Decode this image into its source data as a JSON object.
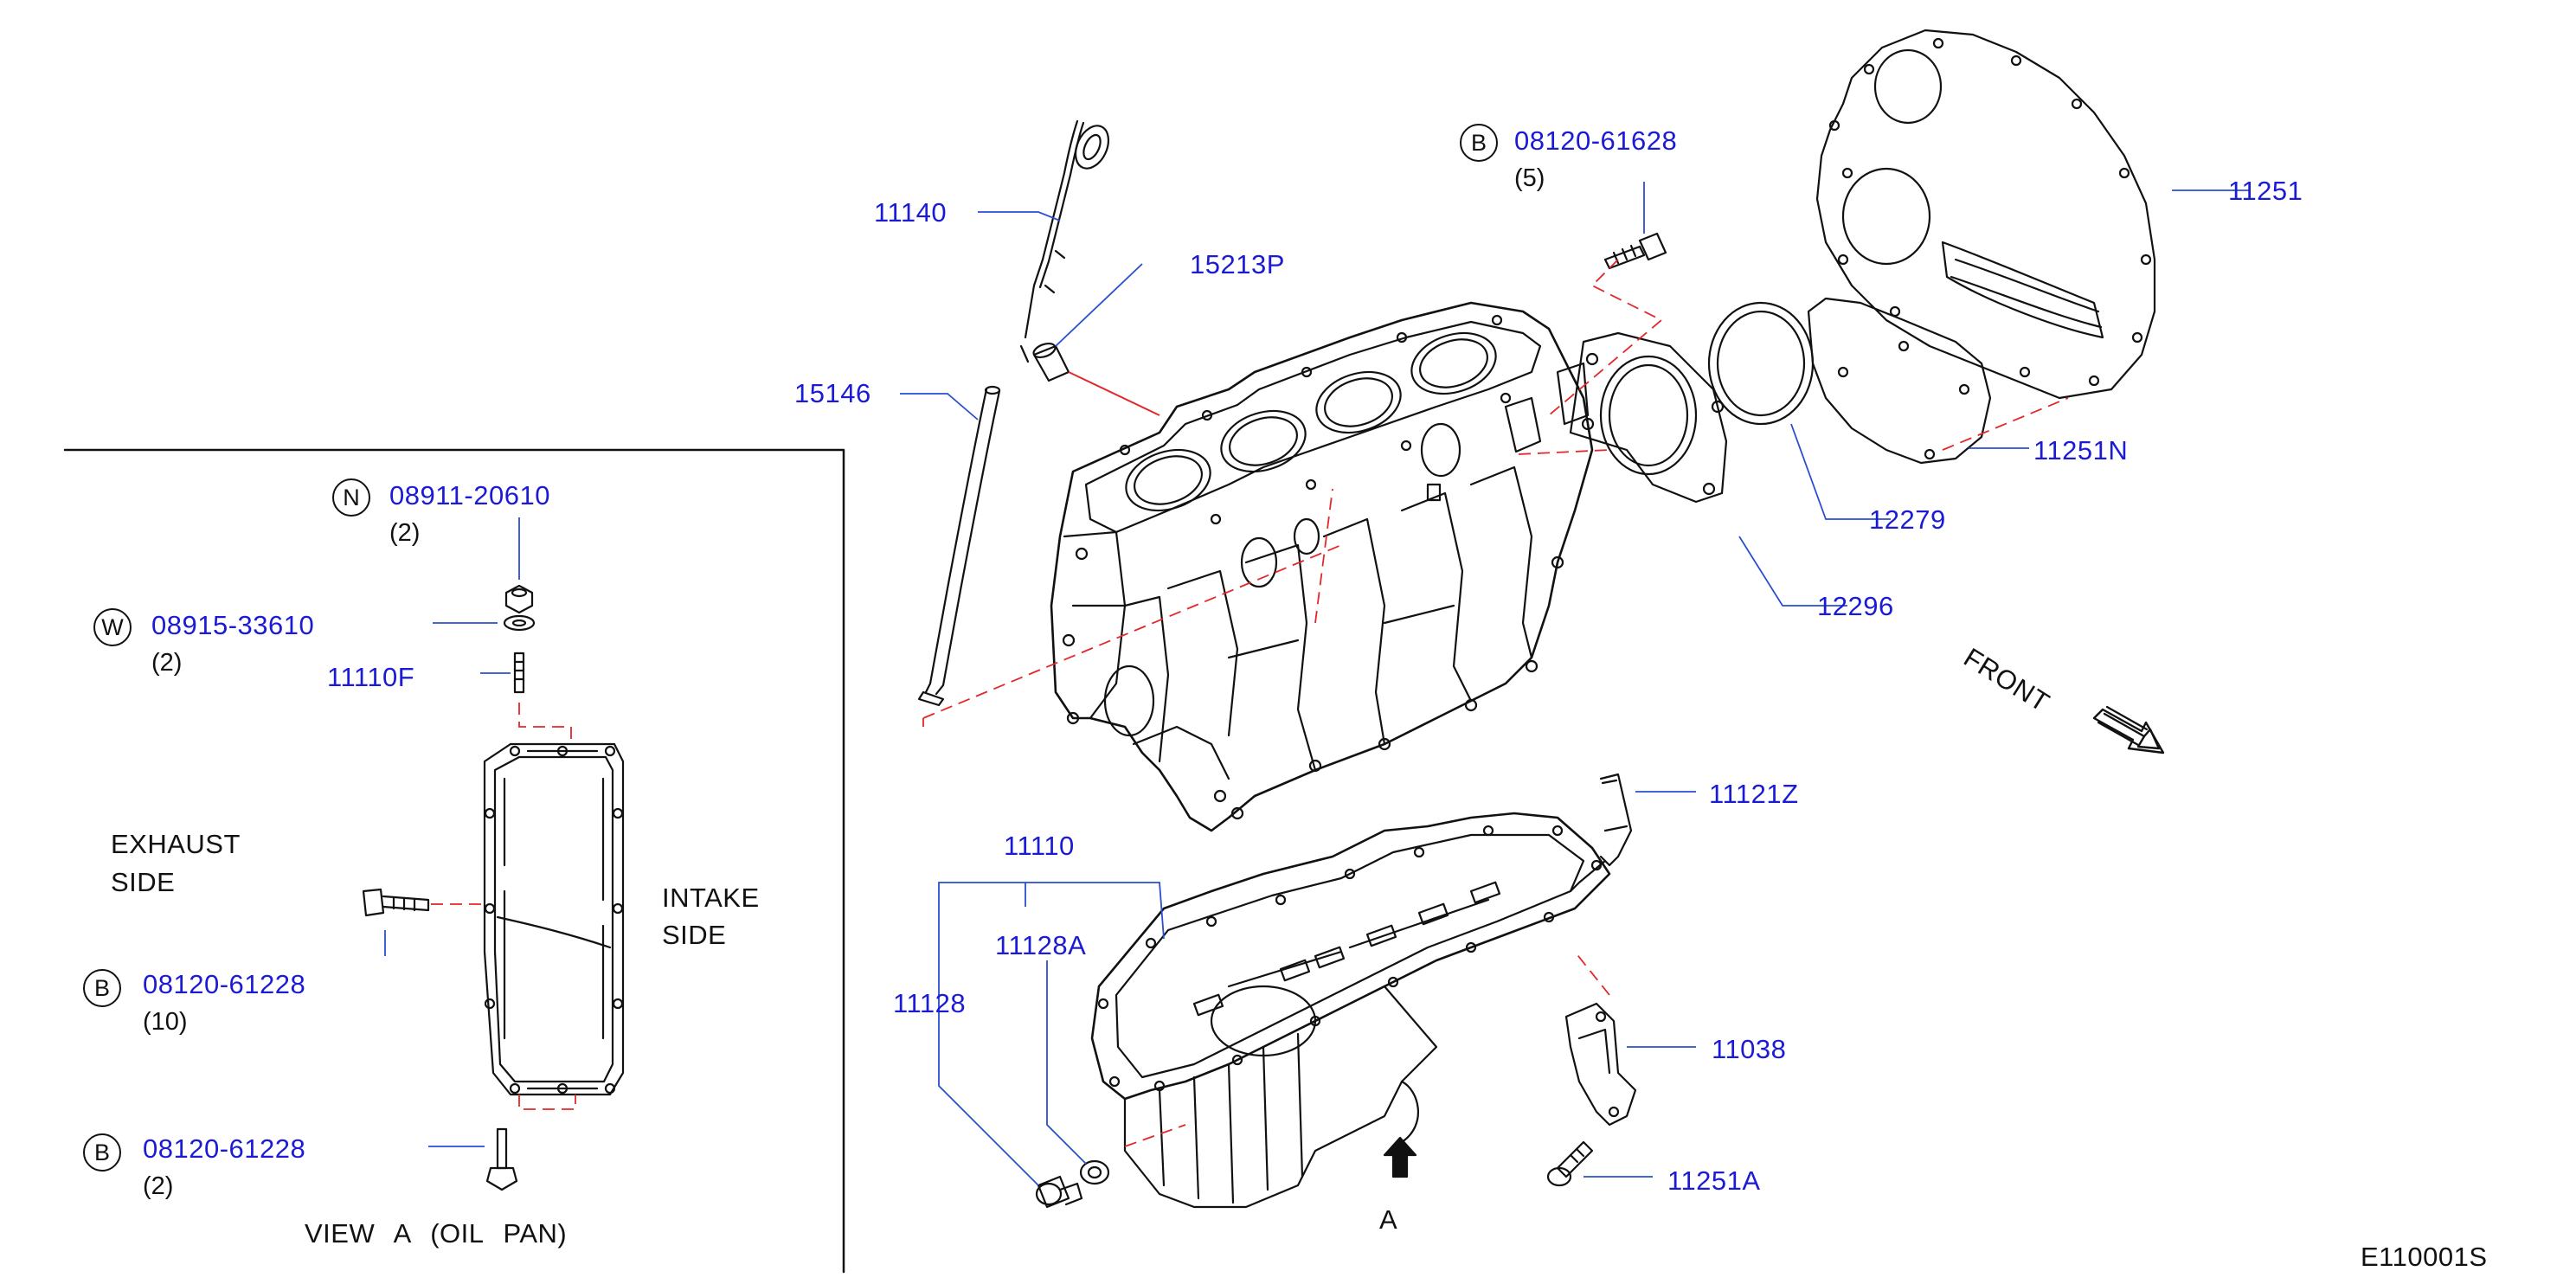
{
  "colors": {
    "label": "#1b1bd6",
    "lines": "#111111",
    "leader": "#2a4fd0",
    "hidden": "#e3272a"
  },
  "labels": {
    "p11140": "11140",
    "p15213p": "15213P",
    "p15146": "15146",
    "p08120_61628": "08120-61628",
    "qty_61628": "(5)",
    "p11251": "11251",
    "p11251n": "11251N",
    "p12279": "12279",
    "p12296": "12296",
    "p11121z": "11121Z",
    "p11110": "11110",
    "p11128a": "11128A",
    "p11128": "11128",
    "p11038": "11038",
    "p11251a": "11251A",
    "p08911_20610": "08911-20610",
    "qty_20610": "(2)",
    "p08915_33610": "08915-33610",
    "qty_33610": "(2)",
    "p11110f": "11110F",
    "p08120_61228_a": "08120-61228",
    "qty_61228_a": "(10)",
    "p08120_61228_b": "08120-61228",
    "qty_61228_b": "(2)"
  },
  "markers": {
    "b": "B",
    "n": "N",
    "w": "W"
  },
  "text": {
    "exhaust_1": "EXHAUST",
    "exhaust_2": "SIDE",
    "intake_1": "INTAKE",
    "intake_2": "SIDE",
    "view_title": "VIEW A (OIL PAN)",
    "front": "FRONT",
    "view_a": "A",
    "figure_code": "E110001S"
  }
}
